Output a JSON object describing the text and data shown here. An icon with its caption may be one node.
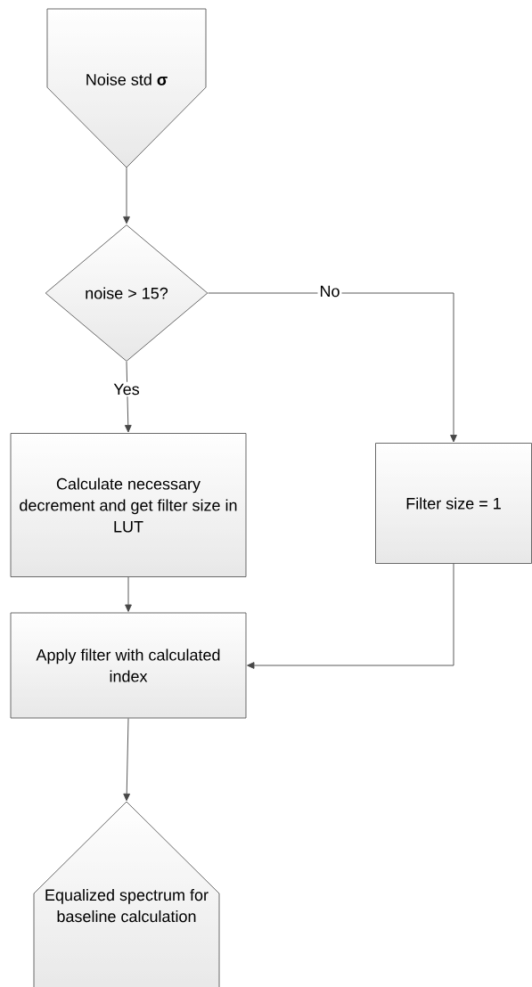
{
  "diagram": {
    "nodes": [
      {
        "text": [
          "Noise std **σ**"
        ]
      },
      {
        "text": [
          "noise > 15?"
        ]
      },
      {
        "text": [
          "Calculate necessary decrement and get filter size in LUT"
        ]
      },
      {
        "text": [
          "Filter size = 1"
        ]
      },
      {
        "text": [
          "Apply filter with calculated index"
        ]
      },
      {
        "text": [
          "Equalized spectrum for baseline calculation"
        ]
      }
    ],
    "edges": [
      {
        "from": 0,
        "to": 1,
        "arrow": "to"
      },
      {
        "from": 1,
        "to": 2,
        "arrow": "to",
        "label": "Yes"
      },
      {
        "from": 1,
        "to": 3,
        "arrow": "to",
        "label": "No"
      },
      {
        "from": 2,
        "to": 4,
        "arrow": "to"
      },
      {
        "from": 3,
        "to": 4,
        "arrow": "to"
      },
      {
        "from": 4,
        "to": 5,
        "arrow": "to"
      }
    ]
  }
}
